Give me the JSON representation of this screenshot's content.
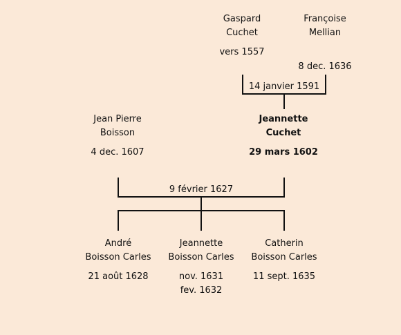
{
  "generation_1": {
    "father": {
      "given_name": "Gaspard",
      "surname": "Cuchet",
      "date": "vers 1557"
    },
    "mother": {
      "given_name": "Françoise",
      "surname": "Mellian",
      "date": "8 dec. 1636"
    },
    "marriage_date": "14 janvier 1591"
  },
  "generation_2": {
    "husband": {
      "given_name": "Jean Pierre",
      "surname": "Boisson",
      "date": "4 dec. 1607"
    },
    "wife": {
      "given_name": "Jeannette",
      "surname": "Cuchet",
      "date": "29 mars 1602"
    },
    "marriage_date": "9 février 1627"
  },
  "children": [
    {
      "given_name": "André",
      "surname": "Boisson Carles",
      "date": "21 août 1628",
      "date_2": ""
    },
    {
      "given_name": "Jeannette",
      "surname": "Boisson Carles",
      "date": "nov. 1631",
      "date_2": "fev. 1632"
    },
    {
      "given_name": "Catherin",
      "surname": "Boisson Carles",
      "date": "11 sept. 1635",
      "date_2": ""
    }
  ]
}
